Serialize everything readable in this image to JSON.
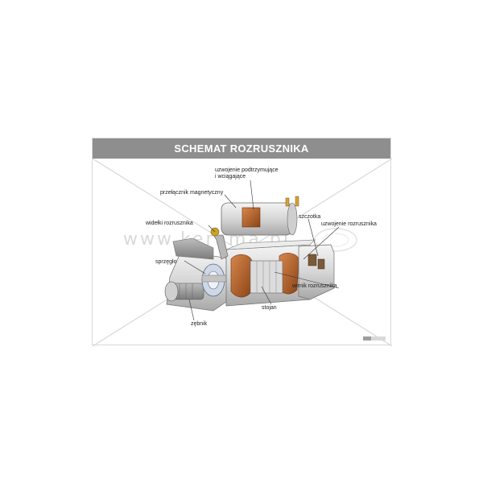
{
  "poster": {
    "title": "SCHEMAT ROZRUSZNIKA",
    "watermark": "www.kerama.pl",
    "labels": {
      "solenoid_windings_l1": "uzwojenie podtrzymujące",
      "solenoid_windings_l2": "i wciągające",
      "magnetic_switch": "przełącznik magnetyczny",
      "brush": "szczotka",
      "starter_fork": "widełki rozrusznika",
      "starter_winding": "uzwojenie rozrusznika",
      "clutch": "sprzęgło",
      "armature": "wirnik rozrusznika",
      "stator": "stojan",
      "pinion": "zębnik"
    },
    "colors": {
      "banner": "#8e8e8e",
      "copper": "#b5652c",
      "metal_light": "#e6e6e6",
      "metal_dark": "#9a9a9a"
    }
  }
}
